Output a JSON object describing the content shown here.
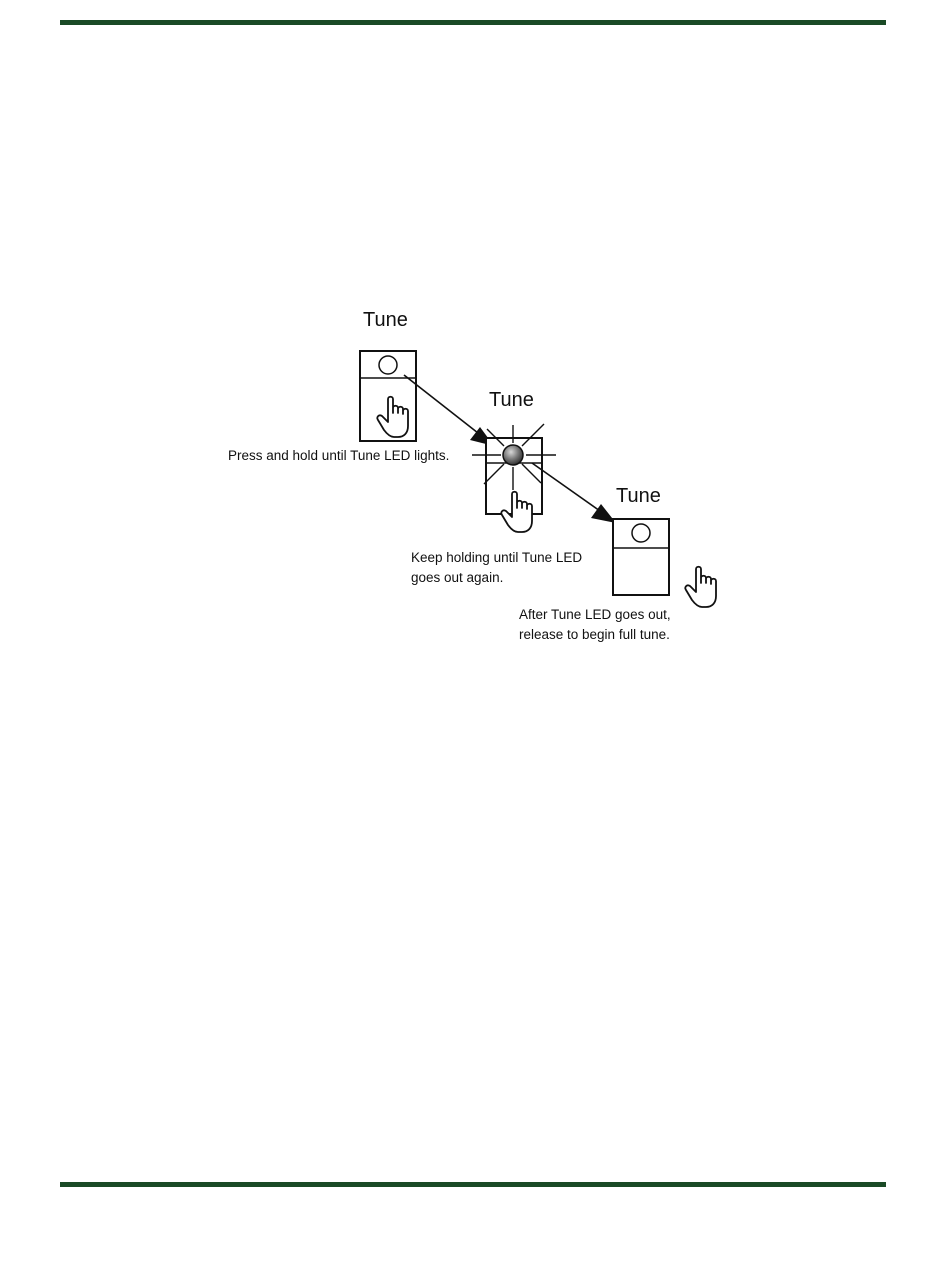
{
  "colors": {
    "rule": "#1a4a26",
    "ink": "#111111",
    "led_lit": "#6e6e6e"
  },
  "diagram": {
    "step1": {
      "title": "Tune",
      "caption": "Press and hold until Tune LED lights.",
      "led": "off"
    },
    "step2": {
      "title": "Tune",
      "caption_line1": "Keep holding until Tune LED",
      "caption_line2": "goes out again.",
      "led": "lit"
    },
    "step3": {
      "title": "Tune",
      "caption_line1": "After Tune LED goes out,",
      "caption_line2": "release to begin full tune.",
      "led": "off"
    }
  },
  "icons": [
    "pointing-hand-icon",
    "arrow-icon",
    "led-indicator-icon"
  ]
}
